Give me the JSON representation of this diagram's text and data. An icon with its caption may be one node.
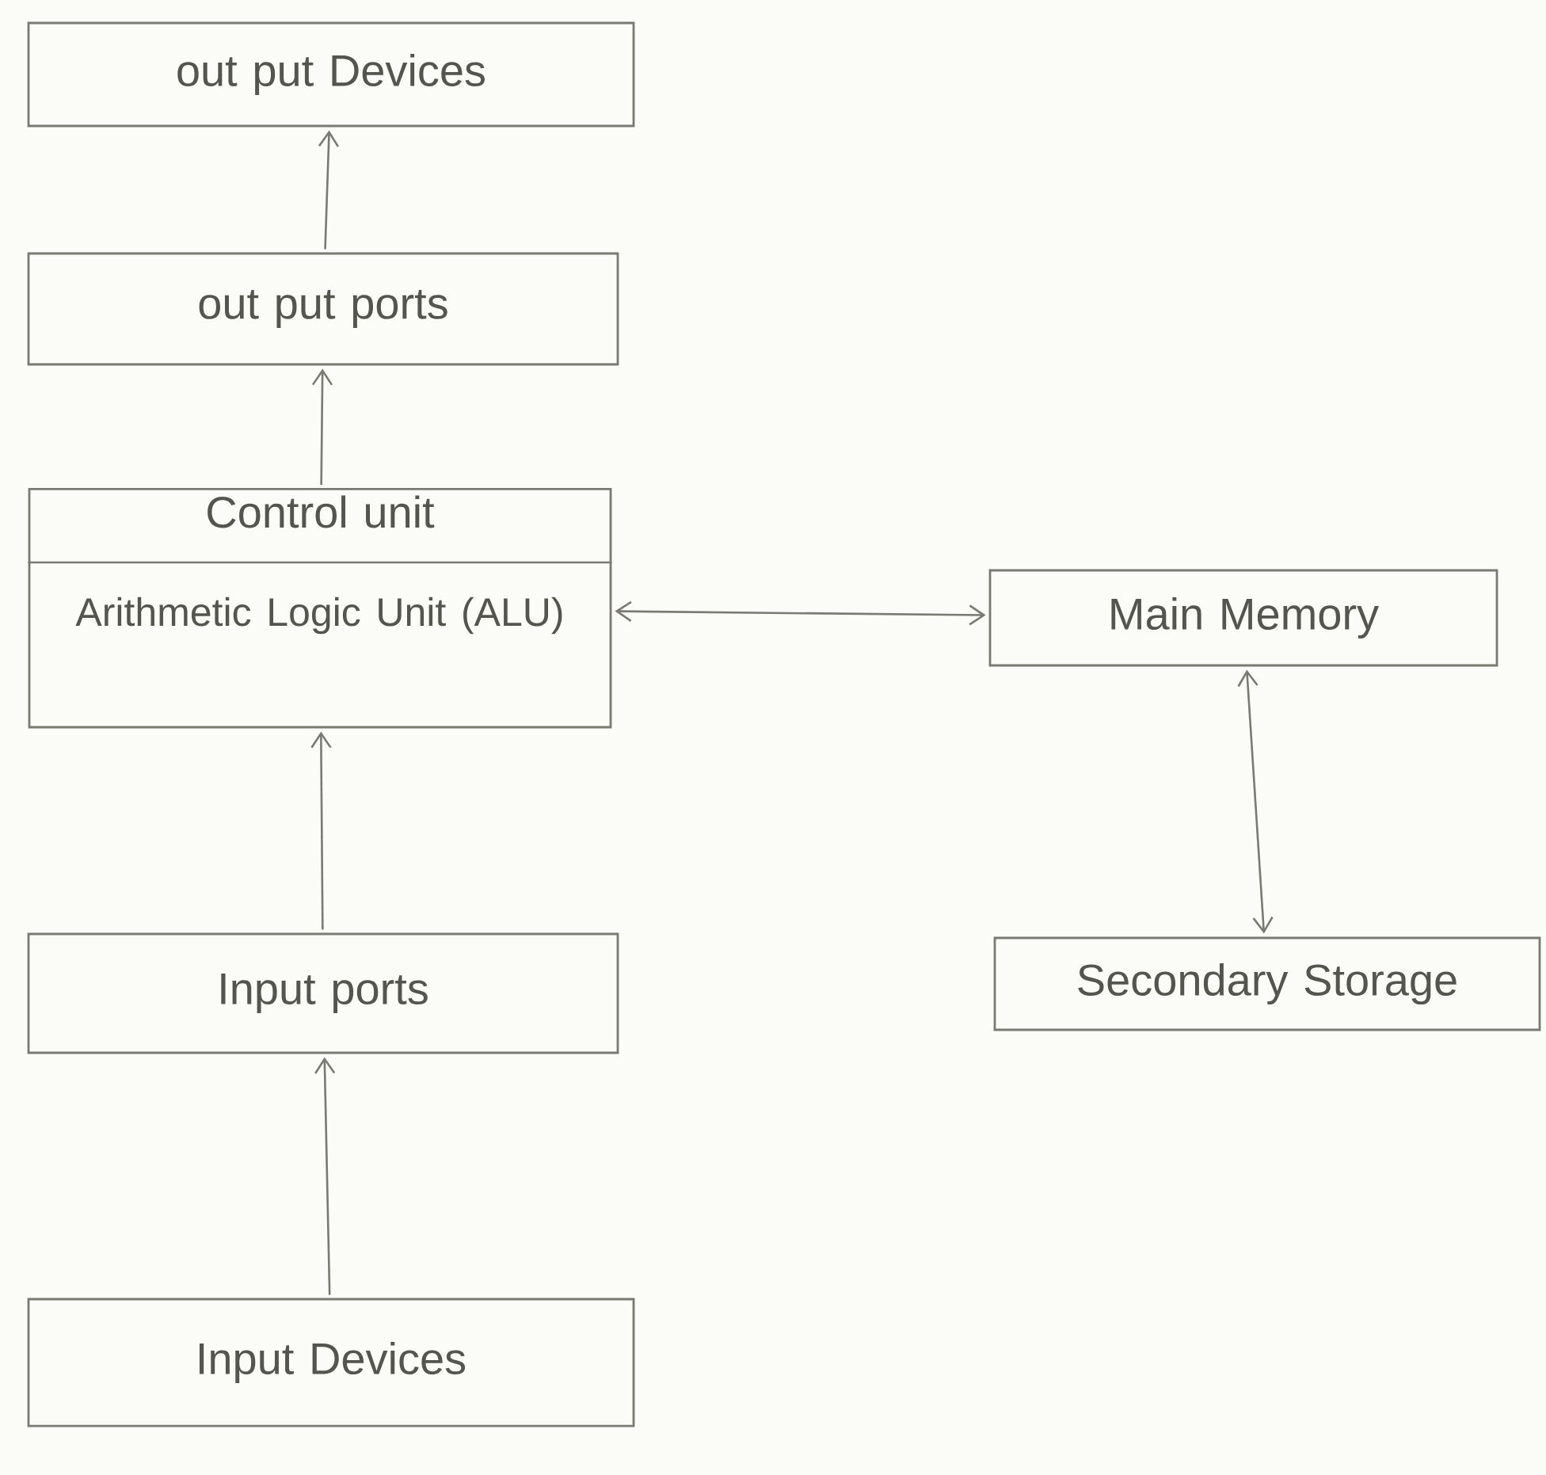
{
  "diagram": {
    "nodes": [
      {
        "text": [
          "out put Devices"
        ]
      },
      {
        "text": [
          "out put ports"
        ]
      },
      {
        "text": [
          "Control unit",
          "Arithmetic Logic Unit (ALU)"
        ]
      },
      {
        "text": [
          "Main Memory"
        ]
      },
      {
        "text": [
          "Secondary Storage"
        ]
      },
      {
        "text": [
          "Input ports"
        ]
      },
      {
        "text": [
          "Input Devices"
        ]
      }
    ],
    "edges": [
      {
        "from": 1,
        "to": 0,
        "arrow": "to"
      },
      {
        "from": 2,
        "to": 1,
        "arrow": "to"
      },
      {
        "from": 2,
        "to": 3,
        "arrow": "both"
      },
      {
        "from": 3,
        "to": 4,
        "arrow": "both"
      },
      {
        "from": 5,
        "to": 2,
        "arrow": "to"
      },
      {
        "from": 6,
        "to": 5,
        "arrow": "to"
      }
    ]
  }
}
